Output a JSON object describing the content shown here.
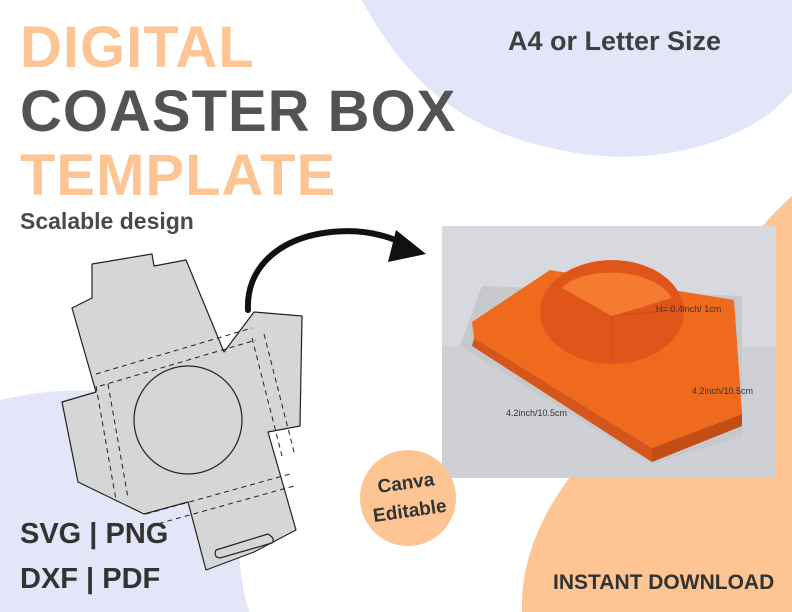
{
  "title": {
    "line1": "DIGITAL",
    "line2": "COASTER BOX",
    "line3": "TEMPLATE"
  },
  "subtitle": "Scalable design",
  "size_text": "A4 or Letter Size",
  "formats": {
    "line1": "SVG | PNG",
    "line2": "DXF | PDF"
  },
  "download_text": "INSTANT DOWNLOAD",
  "badge": {
    "line1": "Canva",
    "line2": "Editable"
  },
  "photo_labels": {
    "height": "H= 0.4inch/ 1cm",
    "side_right": "4.2inch/10.5cm",
    "side_left": "4.2inch/10.5cm"
  },
  "colors": {
    "peach": "#fcc593",
    "lavender": "#e2e6f8",
    "dark_text": "#535353",
    "box_orange": "#f06a1e",
    "template_grey": "#d6d6d6"
  },
  "icons": [
    "curved-arrow-icon",
    "coaster-box-dieline-icon"
  ]
}
